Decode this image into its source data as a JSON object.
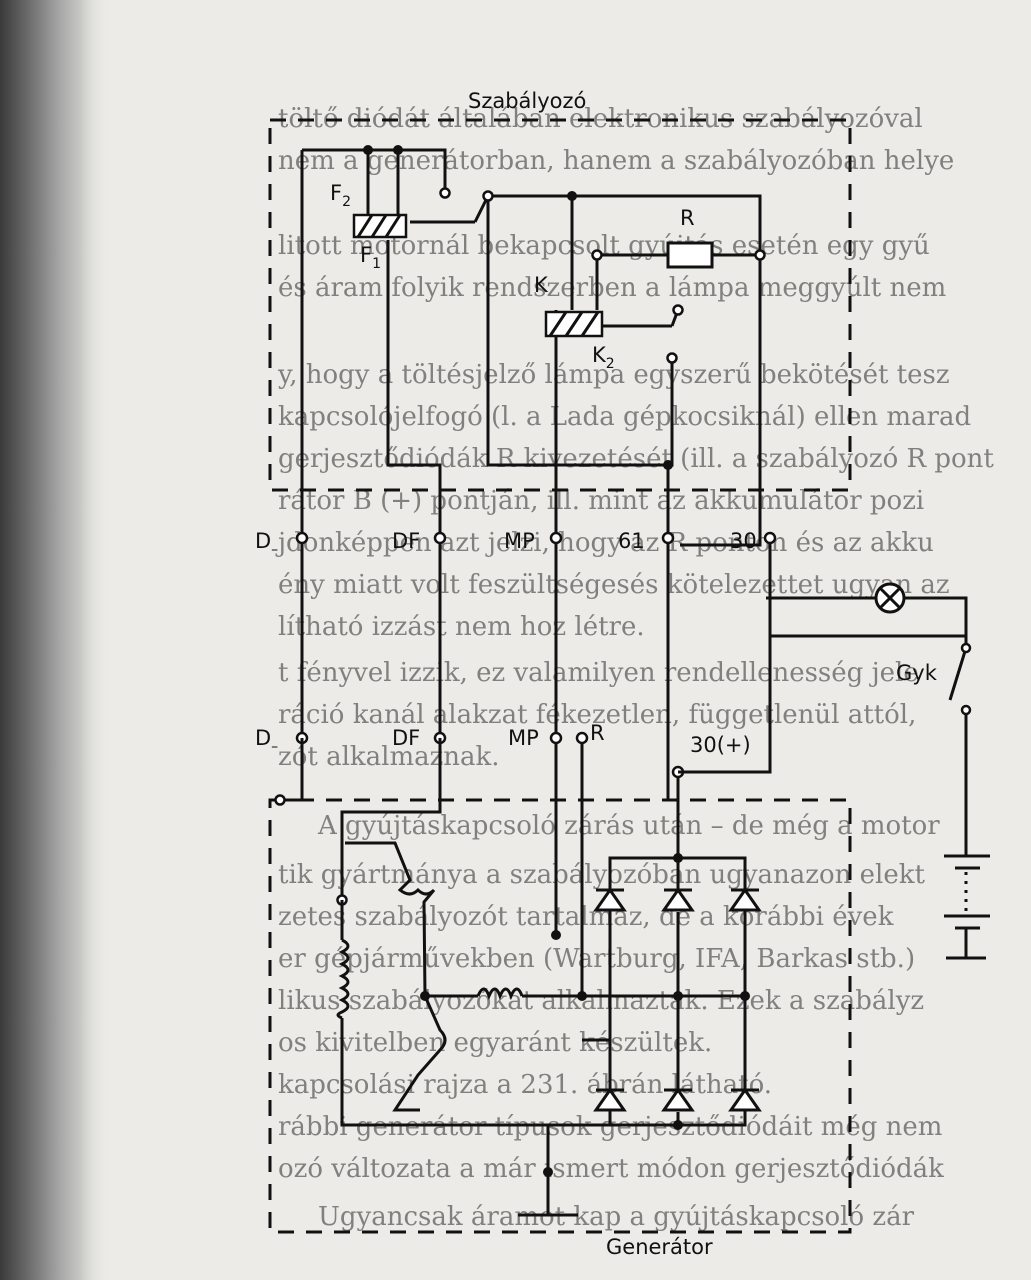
{
  "regulator": {
    "title": "Szabályozó",
    "F2": "F",
    "F2_sub": "2",
    "F1": "F",
    "F1_sub": "1",
    "R": "R",
    "K": "K",
    "K2": "K",
    "K2_sub": "2"
  },
  "regulator_terminals": {
    "d_minus": "D",
    "d_minus_sub": "–",
    "df": "DF",
    "mp": "MP",
    "t61": "61",
    "t30": "30"
  },
  "generator_terminals": {
    "d_minus": "D",
    "d_minus_sub": "–",
    "df": "DF",
    "mp": "MP",
    "r": "R",
    "t30plus": "30(+)"
  },
  "lamp_switch": {
    "gyk": "Gyk"
  },
  "generator": {
    "title": "Generátor"
  },
  "background_text": [
    "töltő diódát általában elektronikus szabályozóval",
    "nem a generátorban, hanem a szabályozóban helye",
    "litott motornál bekapcsolt gyújtás esetén egy gyű",
    "és áram folyik rendszerben a lámpa meggyúlt nem",
    "y, hogy a töltésjelző lámpa egyszerű bekötését tesz",
    "kapcsolójelfogó (l. a Lada gépkocsiknál) ellen marad",
    "gerjesztődiódák R kivezetését (ill. a szabályozó R pont",
    "rátor B (+) pontján, ill. mint az akkumulátor pozi",
    "jdonképpen azt jelzi, hogy az R ponton és az akku",
    "ény miatt volt feszültségesés kötelezettet ugyan az",
    "lítható izzást nem hoz létre.",
    "t fényvel izzik, ez valamilyen rendellenesség jele",
    "ráció kanál alakzat fékezetlen, függetlenül attól,",
    "zót alkalmaznak.",
    "A gyújtáskapcsoló zárás után – de még a motor",
    "tik gyártmánya a szabályozóban ugyanazon elekt",
    "zetes szabályozót tartalmaz, de a korábbi évek",
    "er gépjárművekben (Wartburg, IFA, Barkas stb.)",
    "likus szabályozókat alkalmaztak. Ezek a szabályz",
    "os kivitelben egyaránt készültek.",
    "kapcsolási rajza a 231. ábrán látható.",
    "rábbi generátor típusok gerjesztődiódáit még nem",
    "ozó változata a már ismert módon gerjesztődiódák",
    "Ugyancsak áramot kap a gyújtáskapcsoló zár"
  ]
}
